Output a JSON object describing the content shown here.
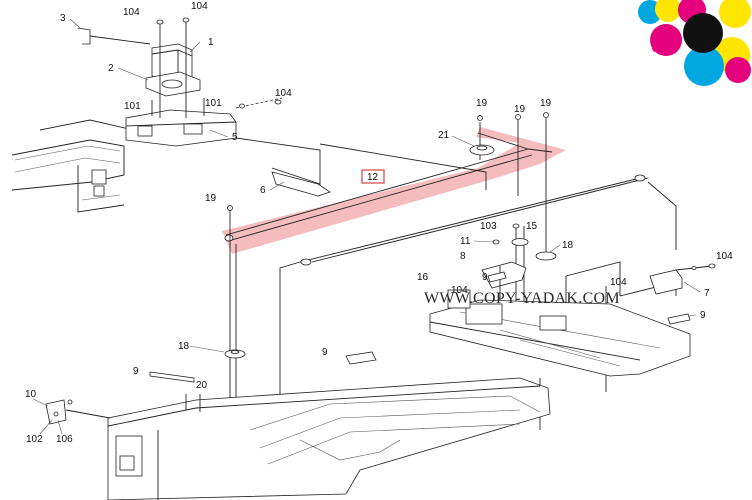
{
  "watermark": "WWW.COPY-YADAK.COM",
  "highlighted_part": "12",
  "colors": {
    "highlight": "#f2a5a8",
    "highlight_box": "#d9534f",
    "cmyk_cyan": "#00a7e1",
    "cmyk_magenta": "#e5007e",
    "cmyk_yellow": "#ffe500",
    "cmyk_black": "#111111"
  },
  "callouts": [
    {
      "id": "c3",
      "label": "3"
    },
    {
      "id": "c104a",
      "label": "104"
    },
    {
      "id": "c104b",
      "label": "104"
    },
    {
      "id": "c1",
      "label": "1"
    },
    {
      "id": "c2",
      "label": "2"
    },
    {
      "id": "c101a",
      "label": "101"
    },
    {
      "id": "c101b",
      "label": "101"
    },
    {
      "id": "c104c",
      "label": "104"
    },
    {
      "id": "c5",
      "label": "5"
    },
    {
      "id": "c6",
      "label": "6"
    },
    {
      "id": "c12",
      "label": "12"
    },
    {
      "id": "c19a",
      "label": "19"
    },
    {
      "id": "c19b",
      "label": "19"
    },
    {
      "id": "c19c",
      "label": "19"
    },
    {
      "id": "c21",
      "label": "21"
    },
    {
      "id": "c19d",
      "label": "19"
    },
    {
      "id": "c103",
      "label": "103"
    },
    {
      "id": "c15",
      "label": "15"
    },
    {
      "id": "c11",
      "label": "11"
    },
    {
      "id": "c18a",
      "label": "18"
    },
    {
      "id": "c8",
      "label": "8"
    },
    {
      "id": "c9a",
      "label": "9"
    },
    {
      "id": "c16",
      "label": "16"
    },
    {
      "id": "c104d",
      "label": "104"
    },
    {
      "id": "c104e",
      "label": "104"
    },
    {
      "id": "c104f",
      "label": "104"
    },
    {
      "id": "c7",
      "label": "7"
    },
    {
      "id": "c9b",
      "label": "9"
    },
    {
      "id": "c18b",
      "label": "18"
    },
    {
      "id": "c9c",
      "label": "9"
    },
    {
      "id": "c9d",
      "label": "9"
    },
    {
      "id": "c20",
      "label": "20"
    },
    {
      "id": "c10",
      "label": "10"
    },
    {
      "id": "c102",
      "label": "102"
    },
    {
      "id": "c106",
      "label": "106"
    }
  ]
}
